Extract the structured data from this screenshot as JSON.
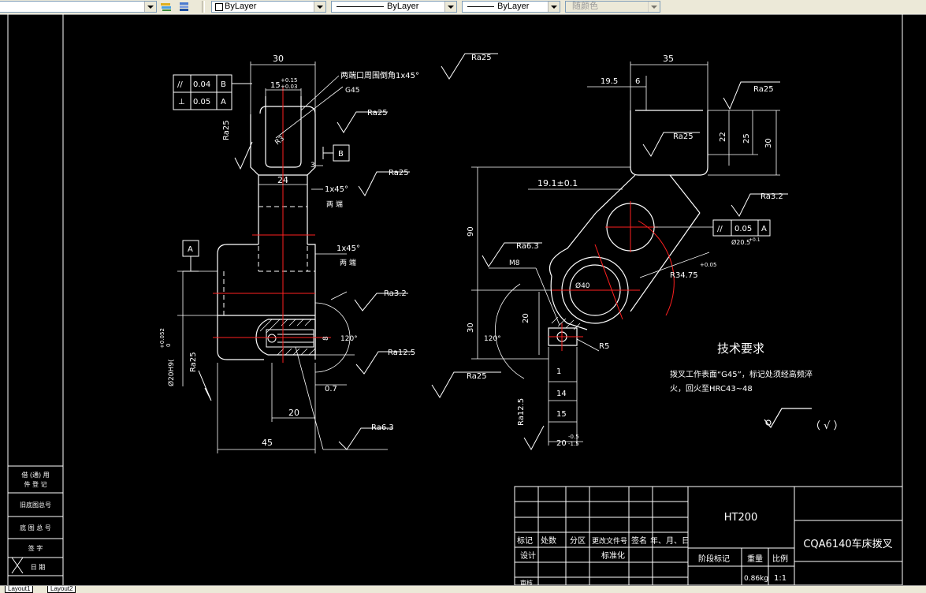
{
  "toolbar": {
    "layer_value": "ByLayer",
    "linetype_value": "ByLayer",
    "lineweight_value": "ByLayer",
    "color_value": "随颜色"
  },
  "drawing": {
    "dims_left": {
      "d30": "30",
      "d15": "15",
      "tol_upper": "+0.15",
      "tol_lower": "+0.03",
      "chamfer_note": "两端口周围倒角1x45°",
      "g45": "G45",
      "r3": "R3",
      "d3": "3",
      "d24": "24",
      "chamfer1": "1x45°",
      "both_ends1": "两 端",
      "chamfer2": "1x45°",
      "both_ends2": "两 端",
      "dia": "Ø20H9(",
      "dia_tol": "+0.052",
      "dia_tol0": "0",
      "d8": "8",
      "ang120": "120°",
      "d07": "0.7",
      "d20": "20",
      "d45": "45"
    },
    "rough_left": {
      "ra25_top": "Ra25",
      "ra25_side": "Ra25",
      "ra25_mid": "Ra25",
      "ra25_r": "Ra25",
      "ra32": "Ra3.2",
      "ra125": "Ra12.5",
      "ra25_low": "Ra25",
      "ra63": "Ra6.3"
    },
    "tolerance_table": {
      "sym1": "//",
      "val1": "0.04",
      "ref1": "B",
      "sym2": "⊥",
      "val2": "0.05",
      "ref2": "A"
    },
    "datum_a": "A",
    "datum_b": "B",
    "dims_right": {
      "d35": "35",
      "d195": "19.5",
      "d6": "6",
      "d22": "22",
      "d25": "25",
      "d30": "30",
      "d191": "19.1±0.1",
      "d90": "90",
      "m8": "M8",
      "d20": "20",
      "d30b": "30",
      "ang120": "120°",
      "dia40": "Ø40",
      "r3475": "R34.75",
      "r3475_tol": "+0.05",
      "dia205": "Ø20.5",
      "dia205_tol": "+0.1",
      "r5": "R5",
      "d1": "1",
      "d14": "14",
      "d15": "15",
      "d20b": "20",
      "d20b_tol_upper": "-0.5",
      "d20b_tol_lower": "-1.5"
    },
    "rough_right": {
      "ra25_top": "Ra25",
      "ra25_inner": "Ra25",
      "ra32": "Ra3.2",
      "ra63": "Ra6.3",
      "ra25_low": "Ra25",
      "ra125": "Ra12.5"
    },
    "position_tol": {
      "sym": "//",
      "val": "0.05",
      "ref": "A"
    },
    "notes": {
      "title": "技术要求",
      "line1": "拨叉工作表面“G45”，标记处须经高频淬",
      "line2": "火，回火至HRC43~48"
    },
    "roughness_other": "（ √ ）"
  },
  "left_strip": {
    "item1a": "借 (通) 用",
    "item1b": "件 登 记",
    "item2": "旧底图总号",
    "item3": "底 图 总 号",
    "item4": "签  字",
    "item5": "日  期"
  },
  "title_block": {
    "material": "HT200",
    "part_name": "CQA6140车床拨叉",
    "col_mark": "标记",
    "col_count": "处数",
    "col_zone": "分区",
    "col_docno": "更改文件号",
    "col_sign": "签名",
    "col_date": "年、月、日",
    "design": "设计",
    "standard": "标准化",
    "stage_mark": "阶段标记",
    "weight": "重量",
    "scale": "比例",
    "weight_val": "0.86kg",
    "scale_val": "1:1",
    "review": "审核"
  },
  "layout_tabs": [
    "Layout1",
    "Layout2"
  ]
}
